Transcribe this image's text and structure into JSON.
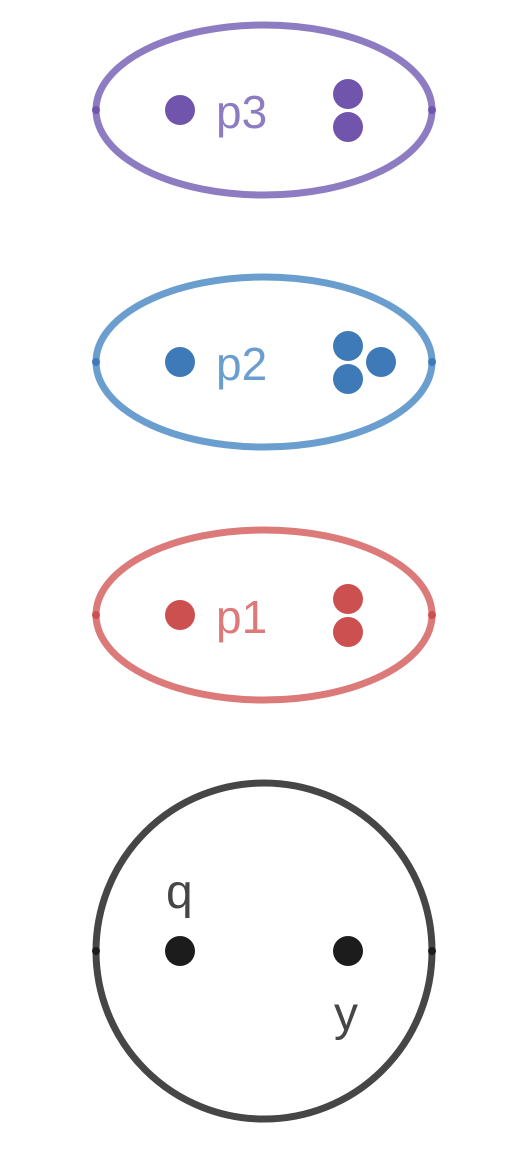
{
  "colors": {
    "background": "#ffffff",
    "p3_outline": "#8e7cc3",
    "p3_fill": "#7155ad",
    "p2_outline": "#6a9ecf",
    "p2_fill": "#3f7ab8",
    "p1_outline": "#dc7a7a",
    "p1_fill": "#cc5050",
    "base_outline": "#464646",
    "base_fill": "#1c1c1c"
  },
  "groups": [
    {
      "id": "p3",
      "label": "p3",
      "right_dot_count": 2
    },
    {
      "id": "p2",
      "label": "p2",
      "right_dot_count": 3
    },
    {
      "id": "p1",
      "label": "p1",
      "right_dot_count": 2
    }
  ],
  "base": {
    "left_label": "q",
    "right_label": "y"
  }
}
